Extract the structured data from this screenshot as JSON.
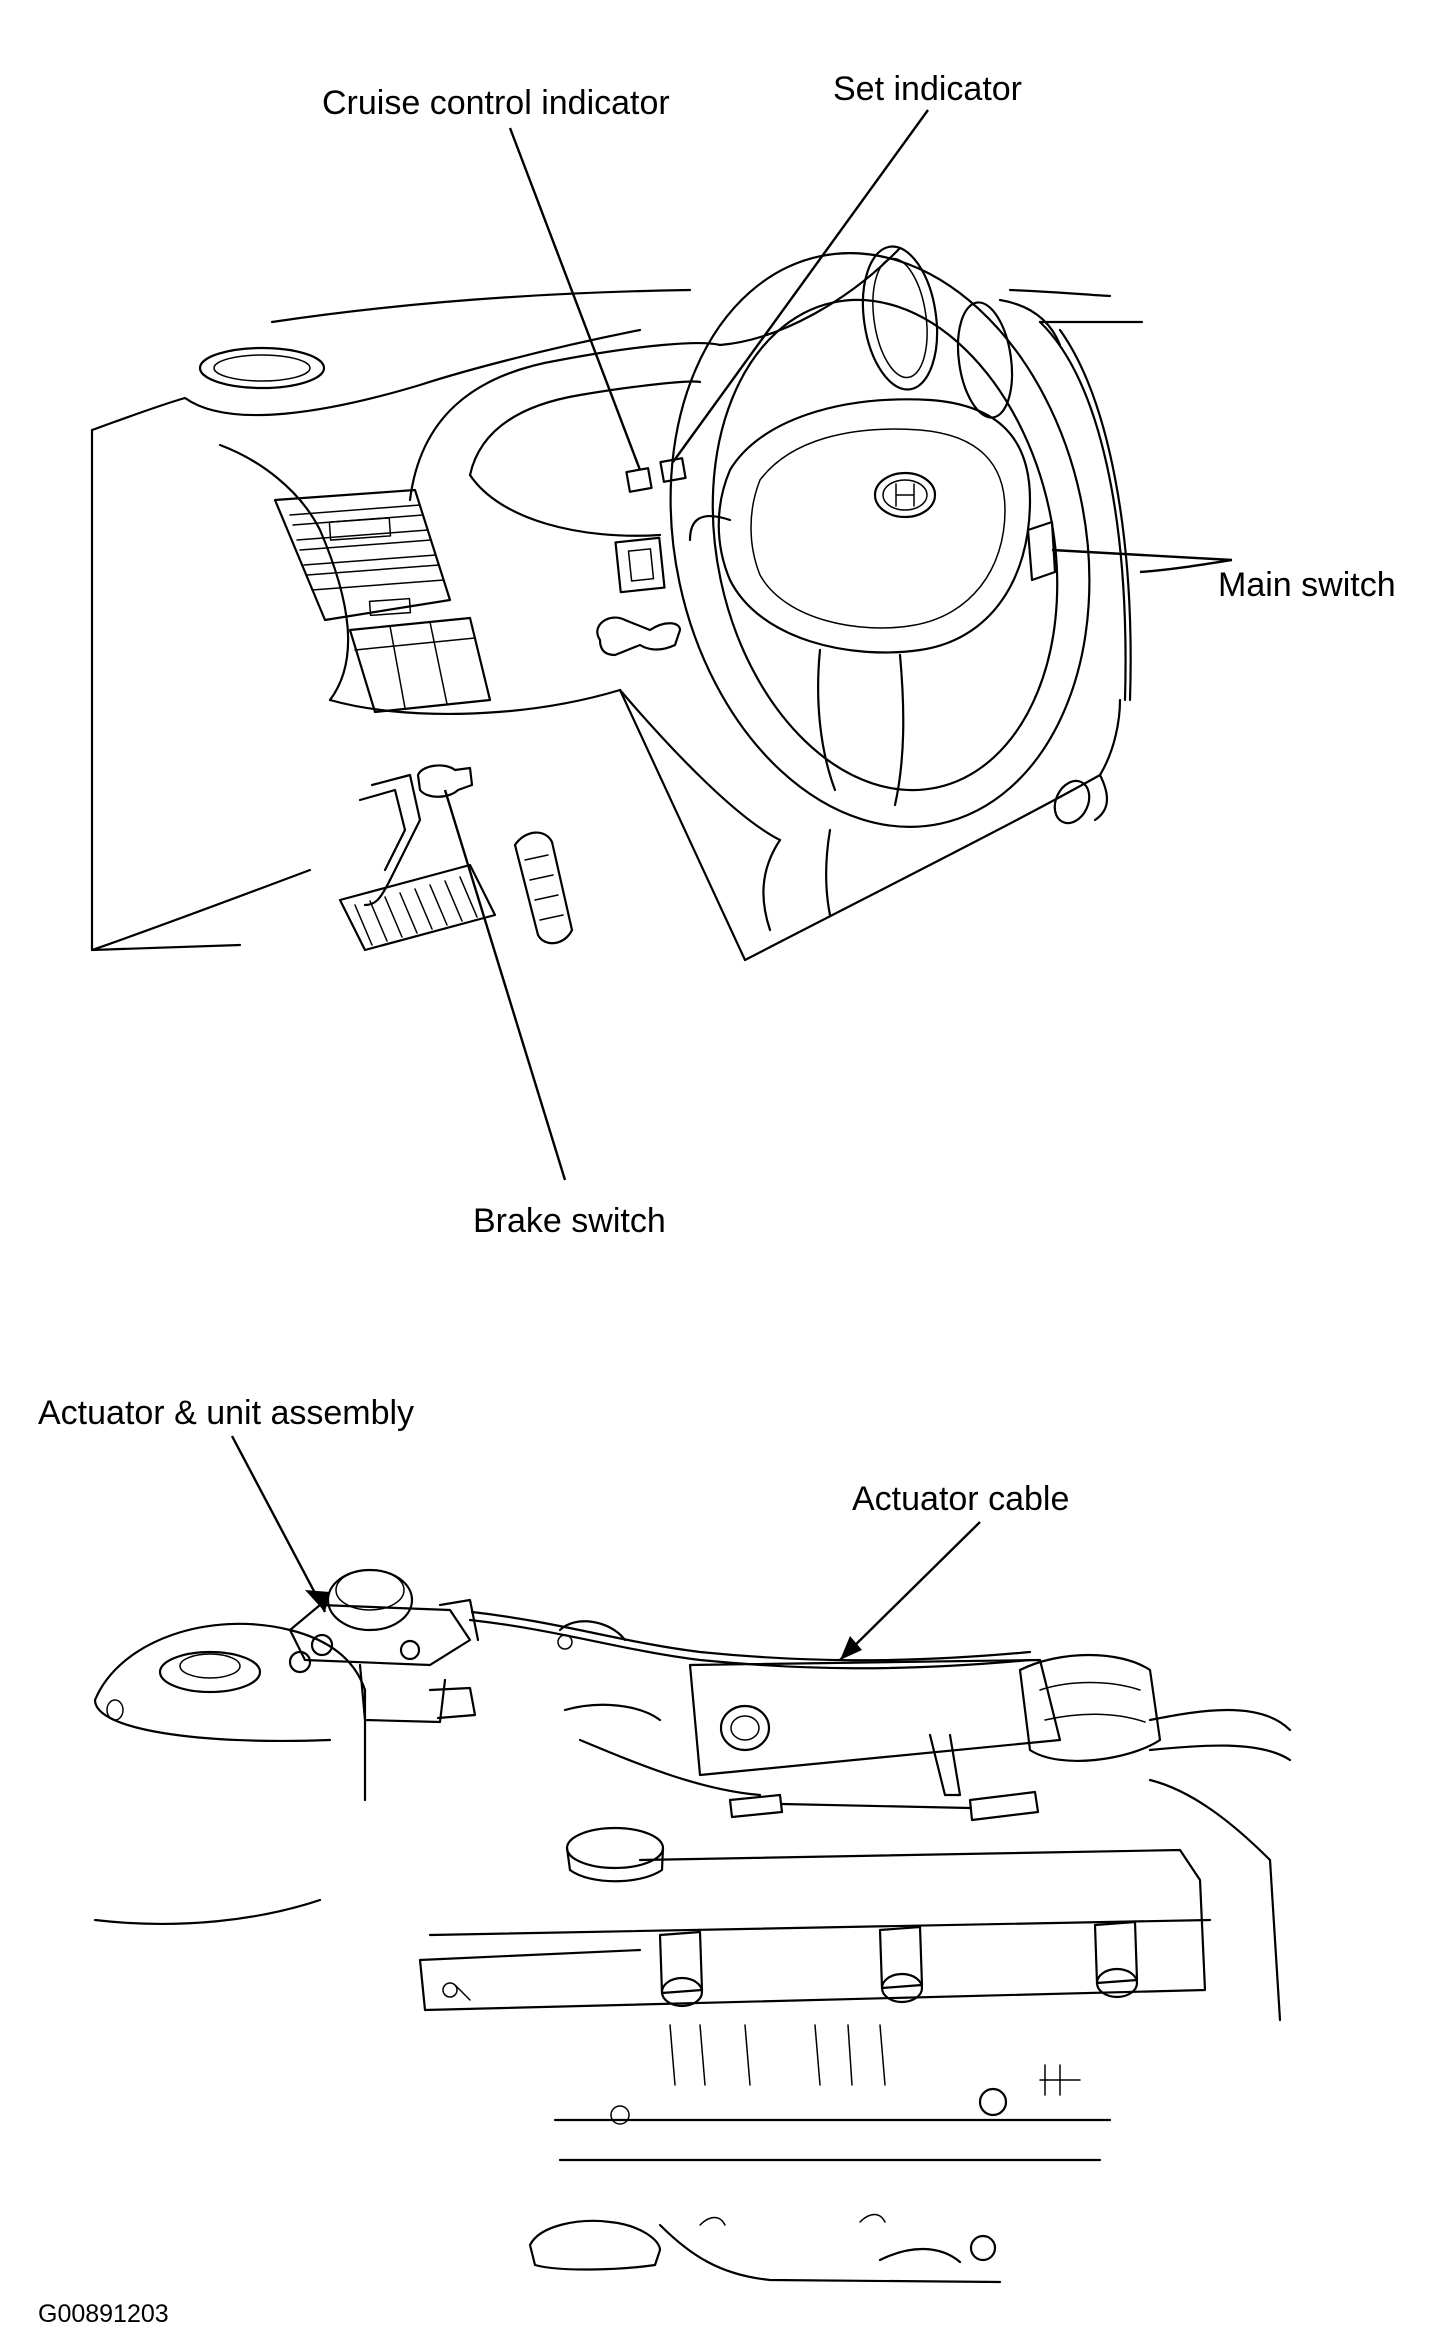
{
  "callouts": {
    "cruise_control_indicator": "Cruise control indicator",
    "set_indicator": "Set indicator",
    "main_switch": "Main switch",
    "brake_switch": "Brake switch",
    "actuator_unit_assembly": "Actuator & unit assembly",
    "actuator_cable": "Actuator cable"
  },
  "figure_id": "G00891203",
  "colors": {
    "line": "#000000",
    "background": "#ffffff"
  }
}
